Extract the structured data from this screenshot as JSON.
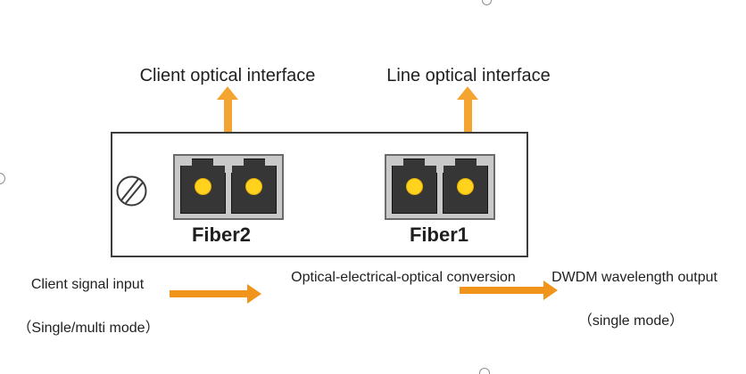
{
  "diagram": {
    "top_labels": {
      "client": "Client optical interface",
      "line": "Line optical interface"
    },
    "panel": {
      "fiber2_label": "Fiber2",
      "fiber1_label": "Fiber1"
    },
    "flow": {
      "input_label": "Client signal input",
      "input_mode": "（Single/multi mode）",
      "conversion_label": "Optical-electrical-optical conversion",
      "output_label": "DWDM wavelength output",
      "output_mode": "（single mode）"
    },
    "colors": {
      "arrow_orange": "#F4A430",
      "arrow_orange_dark": "#F0941C",
      "connector_frame": "#C9C9C9",
      "connector_frame_border": "#6B6B6B",
      "connector_port": "#363636",
      "fiber_core": "#FFD21E",
      "fiber_core_edge": "#E3AF07",
      "panel_border": "#3C3C3C",
      "outline": "#3A3A3A",
      "text": "#1F1F1F",
      "handle": "#909090"
    }
  }
}
